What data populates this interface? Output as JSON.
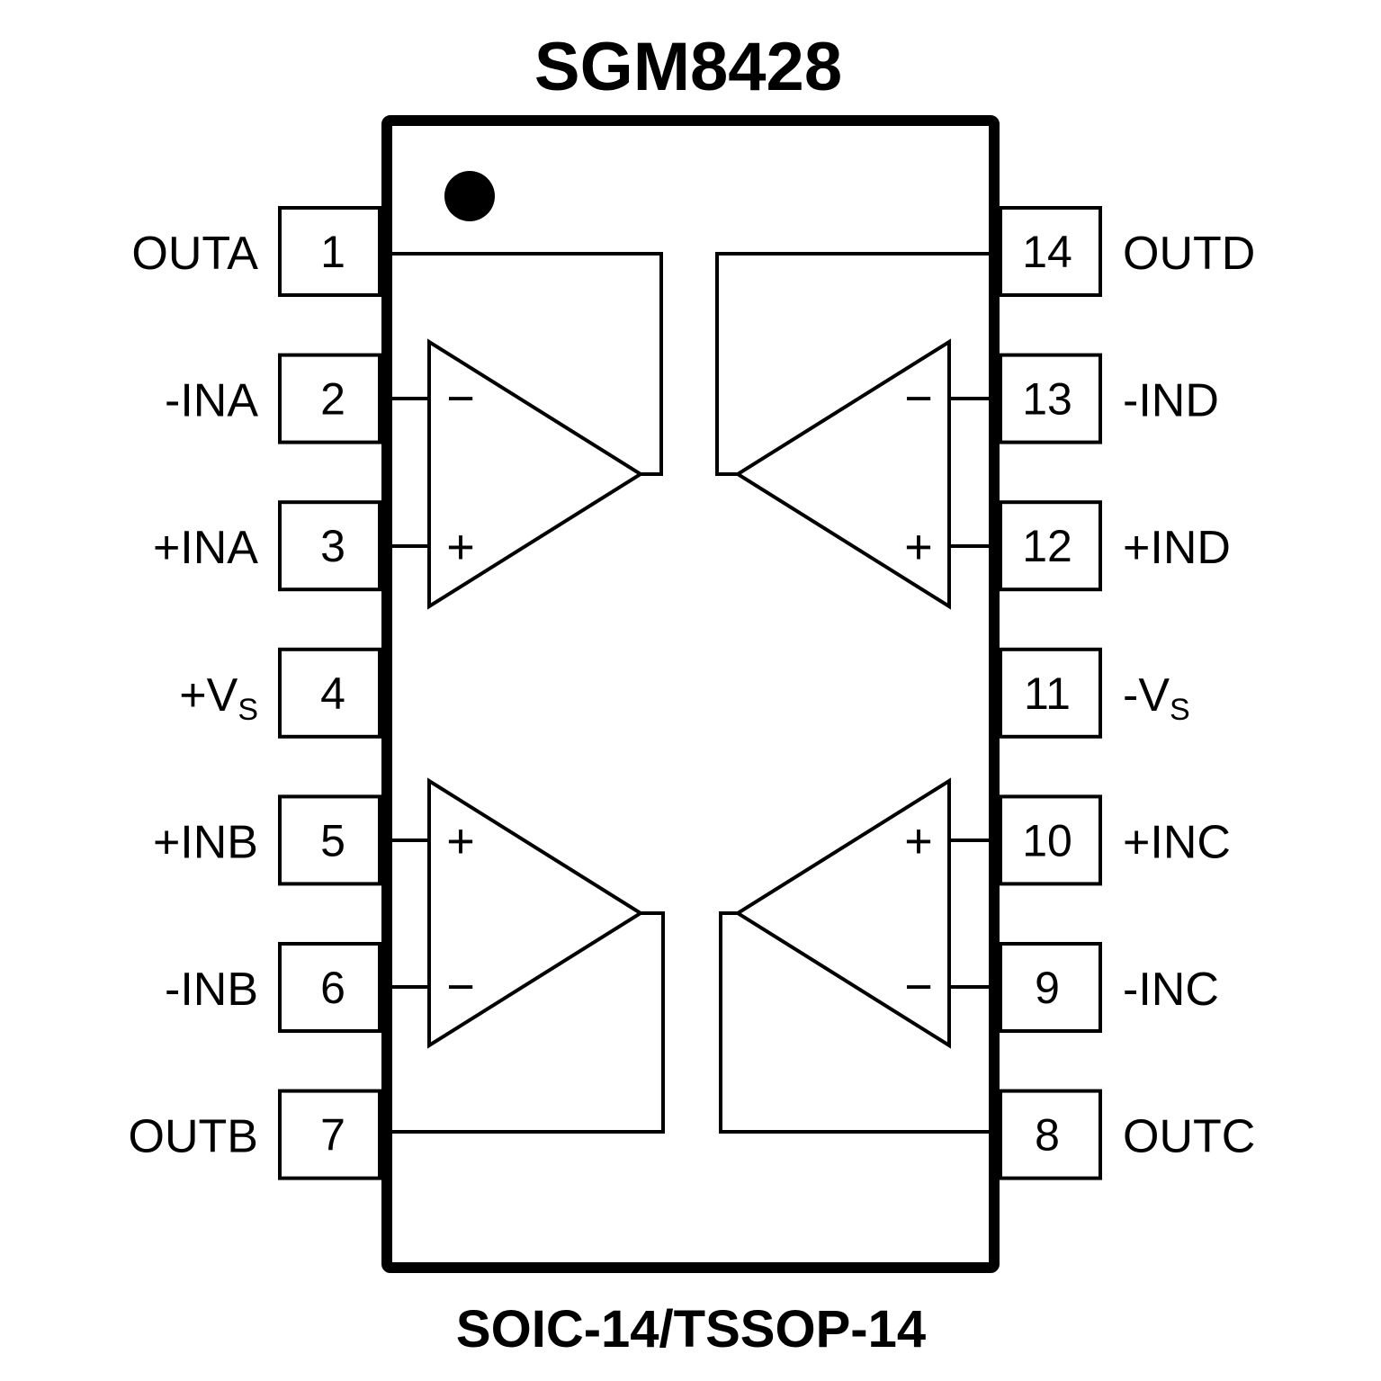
{
  "title": "SGM8428",
  "package": "SOIC-14/TSSOP-14",
  "left_pins": [
    {
      "number": "1",
      "label": "OUTA",
      "sub": ""
    },
    {
      "number": "2",
      "label": "-INA",
      "sub": ""
    },
    {
      "number": "3",
      "label": "+INA",
      "sub": ""
    },
    {
      "number": "4",
      "label": "+V",
      "sub": "S"
    },
    {
      "number": "5",
      "label": "+INB",
      "sub": ""
    },
    {
      "number": "6",
      "label": "-INB",
      "sub": ""
    },
    {
      "number": "7",
      "label": "OUTB",
      "sub": ""
    }
  ],
  "right_pins": [
    {
      "number": "14",
      "label": "OUTD",
      "sub": ""
    },
    {
      "number": "13",
      "label": "-IND",
      "sub": ""
    },
    {
      "number": "12",
      "label": "+IND",
      "sub": ""
    },
    {
      "number": "11",
      "label": "-V",
      "sub": "S"
    },
    {
      "number": "10",
      "label": "+INC",
      "sub": ""
    },
    {
      "number": "9",
      "label": "-INC",
      "sub": ""
    },
    {
      "number": "8",
      "label": "OUTC",
      "sub": ""
    }
  ],
  "signs": {
    "plus": "+",
    "minus": "−"
  }
}
